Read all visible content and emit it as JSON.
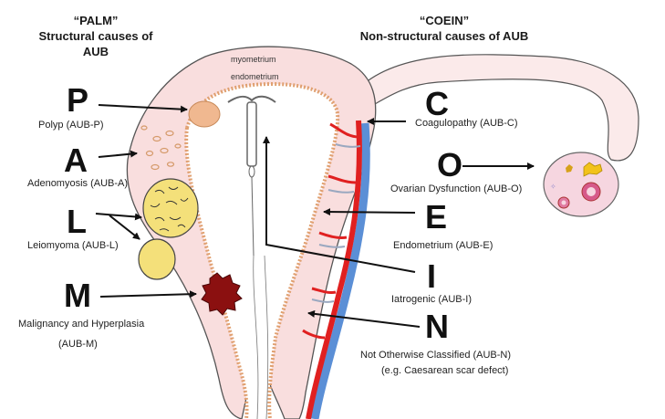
{
  "palm": {
    "title": "“PALM”",
    "subtitle": "Structural causes of AUB"
  },
  "coein": {
    "title": "“COEIN”",
    "subtitle": "Non-structural causes of AUB"
  },
  "layers": {
    "myometrium": "myometrium",
    "endometrium": "endometrium"
  },
  "causes": {
    "P": {
      "letter": "P",
      "label": "Polyp  (AUB-P)"
    },
    "A": {
      "letter": "A",
      "label": "Adenomyosis (AUB-A)"
    },
    "L": {
      "letter": "L",
      "label": "Leiomyoma (AUB-L)"
    },
    "M": {
      "letter": "M",
      "label": "Malignancy and Hyperplasia",
      "label2": "(AUB-M)"
    },
    "C": {
      "letter": "C",
      "label": "Coagulopathy  (AUB-C)"
    },
    "O": {
      "letter": "O",
      "label": "Ovarian Dysfunction (AUB-O)"
    },
    "E": {
      "letter": "E",
      "label": "Endometrium (AUB-E)"
    },
    "I": {
      "letter": "I",
      "label": "Iatrogenic (AUB-I)"
    },
    "N": {
      "letter": "N",
      "label": "Not Otherwise Classified (AUB-N)",
      "label2": "(e.g. Caesarean scar defect)"
    }
  },
  "colors": {
    "uterus_fill": "#f9dede",
    "tube_fill": "#fbeaea",
    "outline": "#555555",
    "endometrium_dots": "#e0a070",
    "fibroid": "#f4e07a",
    "malignancy": "#8b1010",
    "artery": "#e02020",
    "vein": "#5b8fd6",
    "ovary_fill": "#f6d6e0"
  }
}
